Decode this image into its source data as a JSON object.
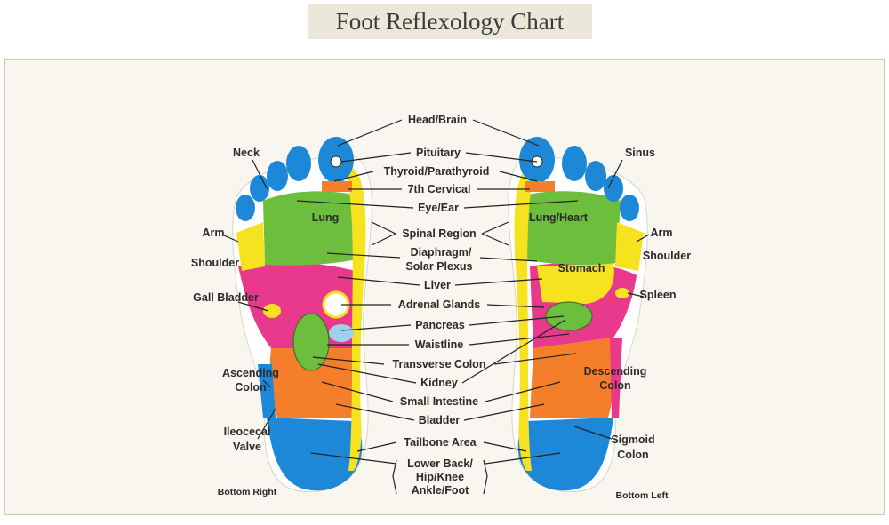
{
  "title": "Foot Reflexology Chart",
  "colors": {
    "blue": "#1e88d8",
    "yellow": "#f6e21e",
    "green": "#6cbe3c",
    "pink": "#e8398d",
    "orange": "#f57e2a",
    "lightblue": "#9fd1ef",
    "background": "#f8f6ee"
  },
  "labels": {
    "center": [
      "Head/Brain",
      "Pituitary",
      "Thyroid/Parathyroid",
      "7th Cervical",
      "Eye/Ear",
      "Spinal Region",
      "Diaphragm/",
      "Solar Plexus",
      "Liver",
      "Adrenal Glands",
      "Pancreas",
      "Waistline",
      "Transverse Colon",
      "Kidney",
      "Small Intestine",
      "Bladder",
      "Tailbone Area",
      "Lower Back/",
      "Hip/Knee",
      "Ankle/Foot"
    ],
    "left_side": [
      "Neck",
      "Arm",
      "Shoulder",
      "Gall Bladder",
      "Ascending",
      "Colon",
      "Ileocecal",
      "Valve",
      "Bottom Right"
    ],
    "right_side": [
      "Sinus",
      "Arm",
      "Shoulder",
      "Spleen",
      "Sigmoid",
      "Colon",
      "Bottom Left"
    ],
    "inside": [
      "Lung",
      "Lung/Heart",
      "Stomach",
      "Descending",
      "Colon"
    ]
  }
}
